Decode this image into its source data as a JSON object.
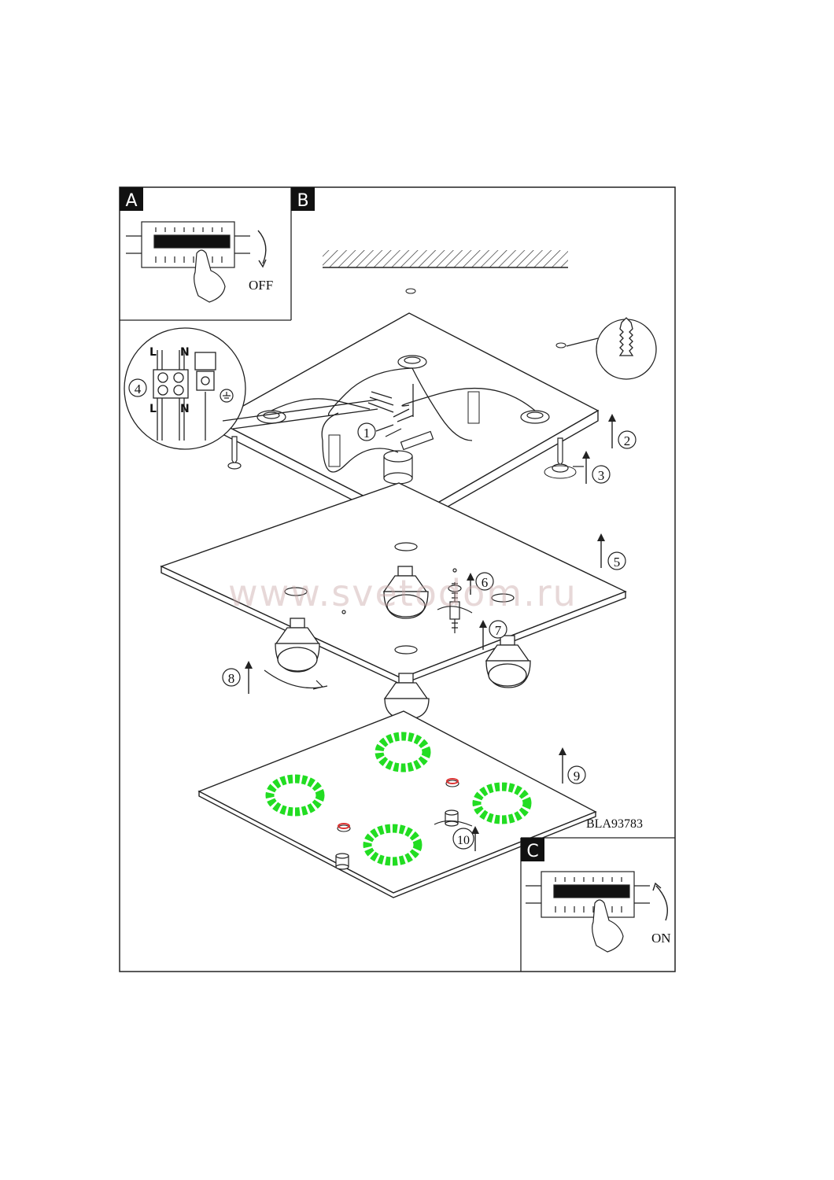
{
  "panels": {
    "a": {
      "label": "A",
      "switch_state": "OFF"
    },
    "b": {
      "label": "B"
    },
    "c": {
      "label": "C",
      "switch_state": "ON"
    }
  },
  "wiring": {
    "live": "L",
    "neutral": "N"
  },
  "steps": [
    "1",
    "2",
    "3",
    "4",
    "5",
    "6",
    "7",
    "8",
    "9",
    "10"
  ],
  "model_code": "BLA93783",
  "watermark": "www.svetodom.ru",
  "colors": {
    "crystal": "#22dd22",
    "marker": "#dd3333",
    "ink": "#111111"
  }
}
